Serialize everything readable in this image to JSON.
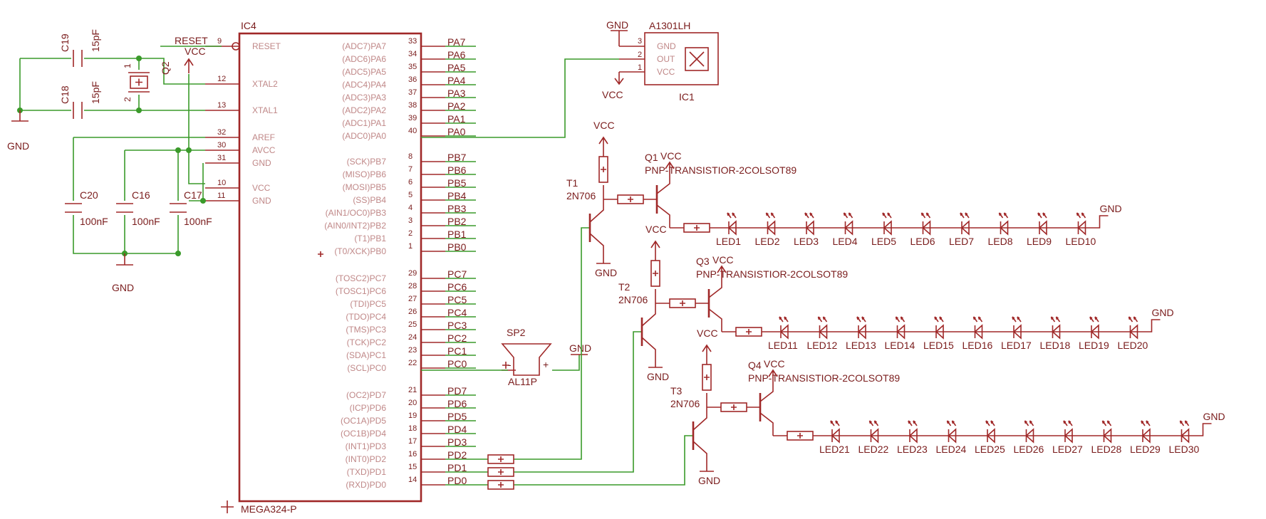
{
  "ic4": {
    "name": "IC4",
    "value": "MEGA324-P",
    "left_pins": [
      {
        "num": "9",
        "name": "RESET"
      },
      {
        "num": "12",
        "name": "XTAL2"
      },
      {
        "num": "13",
        "name": "XTAL1"
      },
      {
        "num": "32",
        "name": "AREF"
      },
      {
        "num": "30",
        "name": "AVCC"
      },
      {
        "num": "31",
        "name": "GND"
      },
      {
        "num": "10",
        "name": "VCC"
      },
      {
        "num": "11",
        "name": "GND"
      }
    ],
    "port_a": [
      {
        "num": "33",
        "name": "(ADC7)PA7",
        "net": "PA7"
      },
      {
        "num": "34",
        "name": "(ADC6)PA6",
        "net": "PA6"
      },
      {
        "num": "35",
        "name": "(ADC5)PA5",
        "net": "PA5"
      },
      {
        "num": "36",
        "name": "(ADC4)PA4",
        "net": "PA4"
      },
      {
        "num": "37",
        "name": "(ADC3)PA3",
        "net": "PA3"
      },
      {
        "num": "38",
        "name": "(ADC2)PA2",
        "net": "PA2"
      },
      {
        "num": "39",
        "name": "(ADC1)PA1",
        "net": "PA1"
      },
      {
        "num": "40",
        "name": "(ADC0)PA0",
        "net": "PA0"
      }
    ],
    "port_b": [
      {
        "num": "8",
        "name": "(SCK)PB7",
        "net": "PB7"
      },
      {
        "num": "7",
        "name": "(MISO)PB6",
        "net": "PB6"
      },
      {
        "num": "6",
        "name": "(MOSI)PB5",
        "net": "PB5"
      },
      {
        "num": "5",
        "name": "(SS)PB4",
        "net": "PB4"
      },
      {
        "num": "4",
        "name": "(AIN1/OC0)PB3",
        "net": "PB3"
      },
      {
        "num": "3",
        "name": "(AIN0/INT2)PB2",
        "net": "PB2"
      },
      {
        "num": "2",
        "name": "(T1)PB1",
        "net": "PB1"
      },
      {
        "num": "1",
        "name": "(T0/XCK)PB0",
        "net": "PB0"
      }
    ],
    "port_c": [
      {
        "num": "29",
        "name": "(TOSC2)PC7",
        "net": "PC7"
      },
      {
        "num": "28",
        "name": "(TOSC1)PC6",
        "net": "PC6"
      },
      {
        "num": "27",
        "name": "(TDI)PC5",
        "net": "PC5"
      },
      {
        "num": "26",
        "name": "(TDO)PC4",
        "net": "PC4"
      },
      {
        "num": "25",
        "name": "(TMS)PC3",
        "net": "PC3"
      },
      {
        "num": "24",
        "name": "(TCK)PC2",
        "net": "PC2"
      },
      {
        "num": "23",
        "name": "(SDA)PC1",
        "net": "PC1"
      },
      {
        "num": "22",
        "name": "(SCL)PC0",
        "net": "PC0"
      }
    ],
    "port_d": [
      {
        "num": "21",
        "name": "(OC2)PD7",
        "net": "PD7"
      },
      {
        "num": "20",
        "name": "(ICP)PD6",
        "net": "PD6"
      },
      {
        "num": "19",
        "name": "(OC1A)PD5",
        "net": "PD5"
      },
      {
        "num": "18",
        "name": "(OC1B)PD4",
        "net": "PD4"
      },
      {
        "num": "17",
        "name": "(INT1)PD3",
        "net": "PD3"
      },
      {
        "num": "16",
        "name": "(INT0)PD2",
        "net": "PD2"
      },
      {
        "num": "15",
        "name": "(TXD)PD1",
        "net": "PD1"
      },
      {
        "num": "14",
        "name": "(RXD)PD0",
        "net": "PD0"
      }
    ]
  },
  "nets": {
    "reset": "RESET",
    "vcc": "VCC",
    "gnd": "GND"
  },
  "caps": {
    "c19": {
      "name": "C19",
      "value": "15pF"
    },
    "c18": {
      "name": "C18",
      "value": "15pF"
    },
    "c20": {
      "name": "C20",
      "value": "100nF"
    },
    "c16": {
      "name": "C16",
      "value": "100nF"
    },
    "c17": {
      "name": "C17",
      "value": "100nF"
    }
  },
  "crystal": {
    "name": "Q2",
    "pin1": "1",
    "pin2": "2"
  },
  "ic1": {
    "name": "IC1",
    "value": "A1301LH",
    "pins": [
      {
        "num": "3",
        "name": "GND"
      },
      {
        "num": "2",
        "name": "OUT"
      },
      {
        "num": "1",
        "name": "VCC"
      }
    ]
  },
  "speaker": {
    "name": "SP2",
    "value": "AL11P",
    "minus": "-",
    "plus": "+"
  },
  "npn": [
    {
      "name": "T1",
      "value": "2N706"
    },
    {
      "name": "T2",
      "value": "2N706"
    },
    {
      "name": "T3",
      "value": "2N706"
    }
  ],
  "pnp": [
    {
      "name": "Q1",
      "value": "PNP-TRANSISTIOR-2COLSOT89"
    },
    {
      "name": "Q3",
      "value": "PNP-TRANSISTIOR-2COLSOT89"
    },
    {
      "name": "Q4",
      "value": "PNP-TRANSISTIOR-2COLSOT89"
    }
  ],
  "leds": [
    [
      "LED1",
      "LED2",
      "LED3",
      "LED4",
      "LED5",
      "LED6",
      "LED7",
      "LED8",
      "LED9",
      "LED10"
    ],
    [
      "LED11",
      "LED12",
      "LED13",
      "LED14",
      "LED15",
      "LED16",
      "LED17",
      "LED18",
      "LED19",
      "LED20"
    ],
    [
      "LED21",
      "LED22",
      "LED23",
      "LED24",
      "LED25",
      "LED26",
      "LED27",
      "LED28",
      "LED29",
      "LED30"
    ]
  ],
  "colors": {
    "wire": "#3a9a2a",
    "part": "#a02828",
    "text": "#7a1c1c",
    "pin_text": "#c08888"
  }
}
